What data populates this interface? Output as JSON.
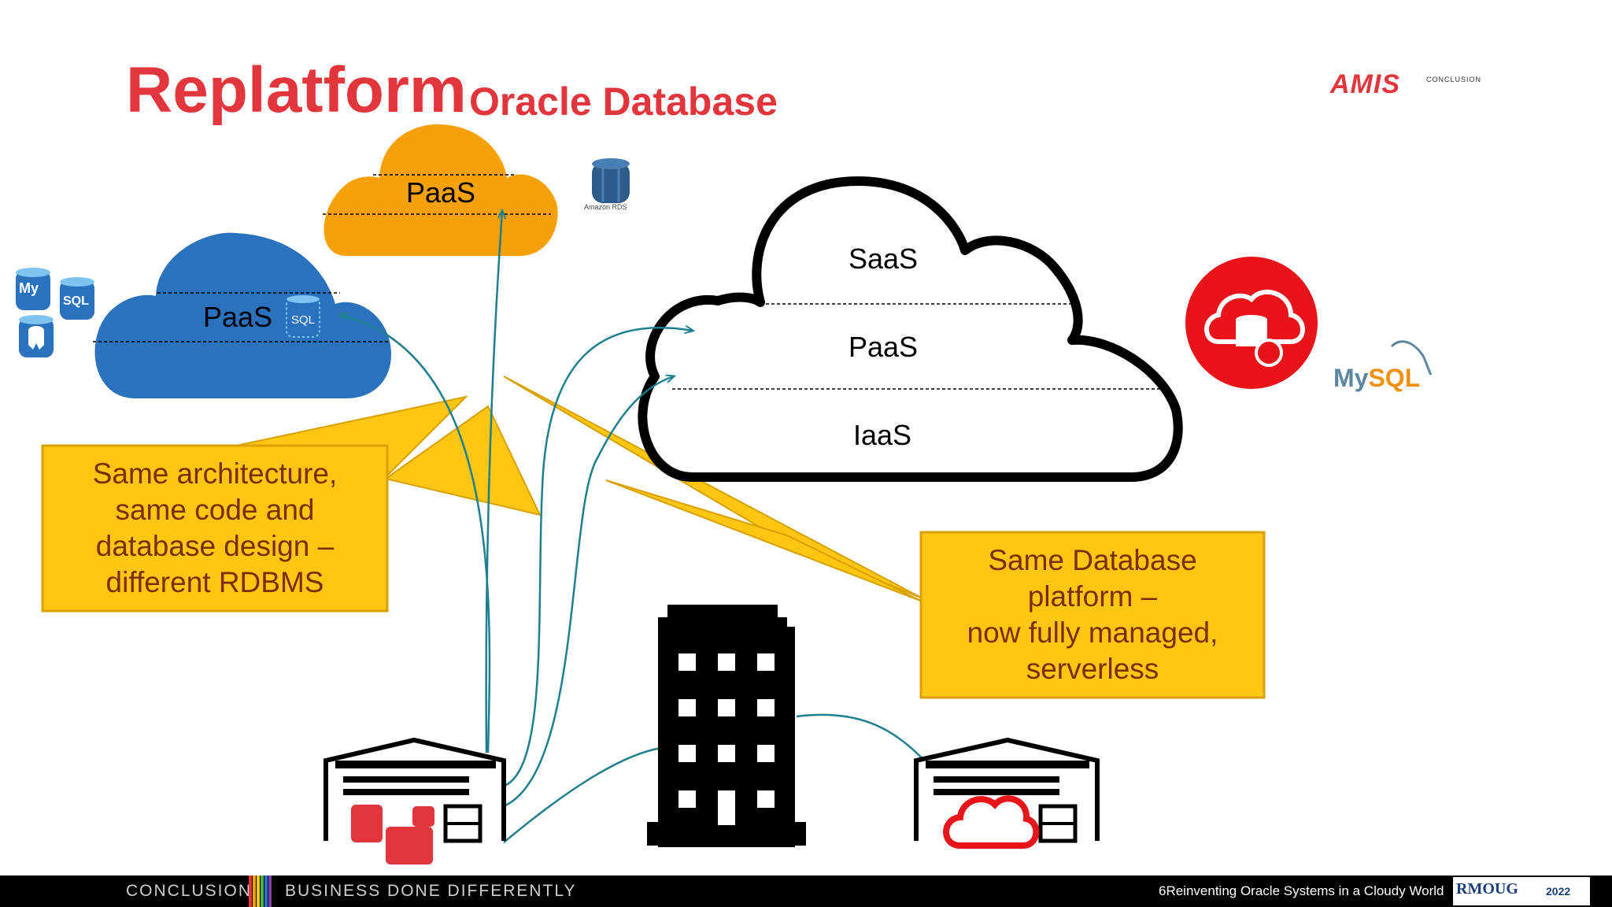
{
  "title": {
    "main": "Replatform",
    "sub": "Oracle Database"
  },
  "logos": {
    "amis": "AMIS",
    "amis_tagline": "CONCLUSION",
    "mysql_my": "My",
    "mysql_sql": "SQL",
    "amazon_rds": "Amazon RDS",
    "rmoug": "RMOUG",
    "rmoug_year": "2022"
  },
  "clouds": {
    "aws": {
      "label": "PaaS",
      "color": "#f7a10a"
    },
    "azure": {
      "label": "PaaS",
      "color": "#2a72be"
    },
    "oracle": {
      "saas": "SaaS",
      "paas": "PaaS",
      "iaas": "IaaS"
    }
  },
  "azure_db_icons": {
    "my": "My",
    "sql": "SQL"
  },
  "callouts": {
    "left": [
      "Same architecture,",
      "same code and",
      "database design –",
      "different RDBMS"
    ],
    "right": [
      "Same Database",
      "platform –",
      "now fully managed,",
      "serverless"
    ],
    "fill": "#fcc612",
    "border": "#d9a100"
  },
  "colors": {
    "accent_red": "#e2363c",
    "oracle_red": "#e8141a",
    "arrow": "#1e7f8f"
  },
  "footer": {
    "left": "CONCLUSION",
    "middle": "BUSINESS DONE DIFFERENTLY",
    "right": "6Reinventing Oracle Systems in a Cloudy World"
  }
}
